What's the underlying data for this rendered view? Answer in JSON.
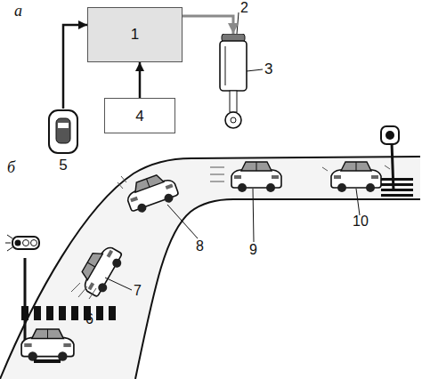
{
  "diagram": {
    "nodes": [
      {
        "text": [
          "1"
        ]
      },
      {
        "text": [
          "4"
        ]
      },
      {
        "text": [
          "5"
        ]
      },
      {
        "text": [
          "3"
        ]
      }
    ],
    "edges": [
      {
        "from": 2,
        "to": 0,
        "arrow": "to"
      },
      {
        "from": 1,
        "to": 0,
        "arrow": "to"
      },
      {
        "from": 0,
        "to": 3,
        "arrow": "to"
      }
    ],
    "labels": [
      "а",
      "2",
      "б",
      "6",
      "7",
      "8",
      "9",
      "10"
    ]
  }
}
